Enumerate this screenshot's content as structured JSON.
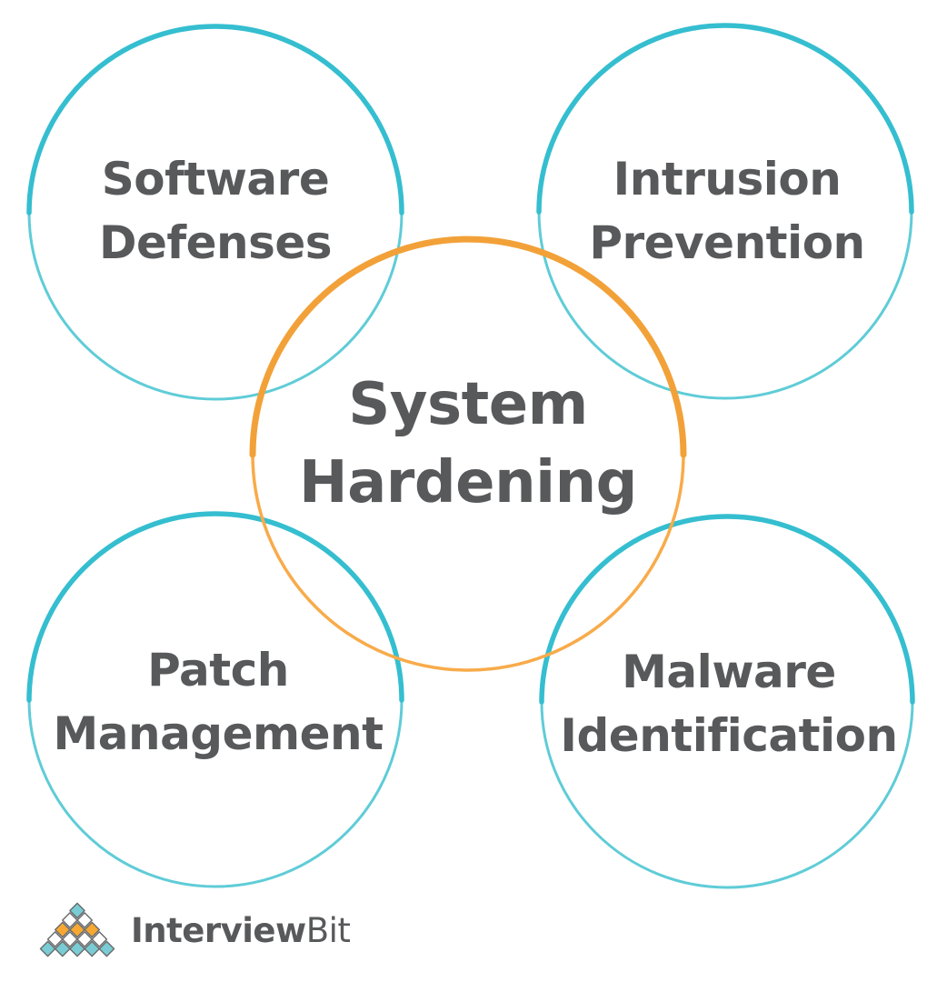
{
  "diagram": {
    "center": {
      "id": "system-hardening",
      "line1": "System",
      "line2": "Hardening"
    },
    "nodes": [
      {
        "id": "software-defenses",
        "line1": "Software",
        "line2": "Defenses"
      },
      {
        "id": "intrusion-prevention",
        "line1": "Intrusion",
        "line2": "Prevention"
      },
      {
        "id": "patch-management",
        "line1": "Patch",
        "line2": "Management"
      },
      {
        "id": "malware-identification",
        "line1": "Malware",
        "line2": "Identification"
      }
    ],
    "colors": {
      "teal_dark": "#35bed0",
      "teal_light": "#5fccd7",
      "orange_dark": "#f2a139",
      "orange_light": "#f8ab4a",
      "label_text": "#58595b"
    }
  },
  "branding": {
    "logo_bold": "Interview",
    "logo_light": "Bit",
    "logo_colors": {
      "diamond_teal": "#7accd4",
      "diamond_orange": "#f6a832",
      "diamond_white": "#ffffff",
      "diamond_outline": "#6a6b6d",
      "text": "#58595b"
    }
  }
}
